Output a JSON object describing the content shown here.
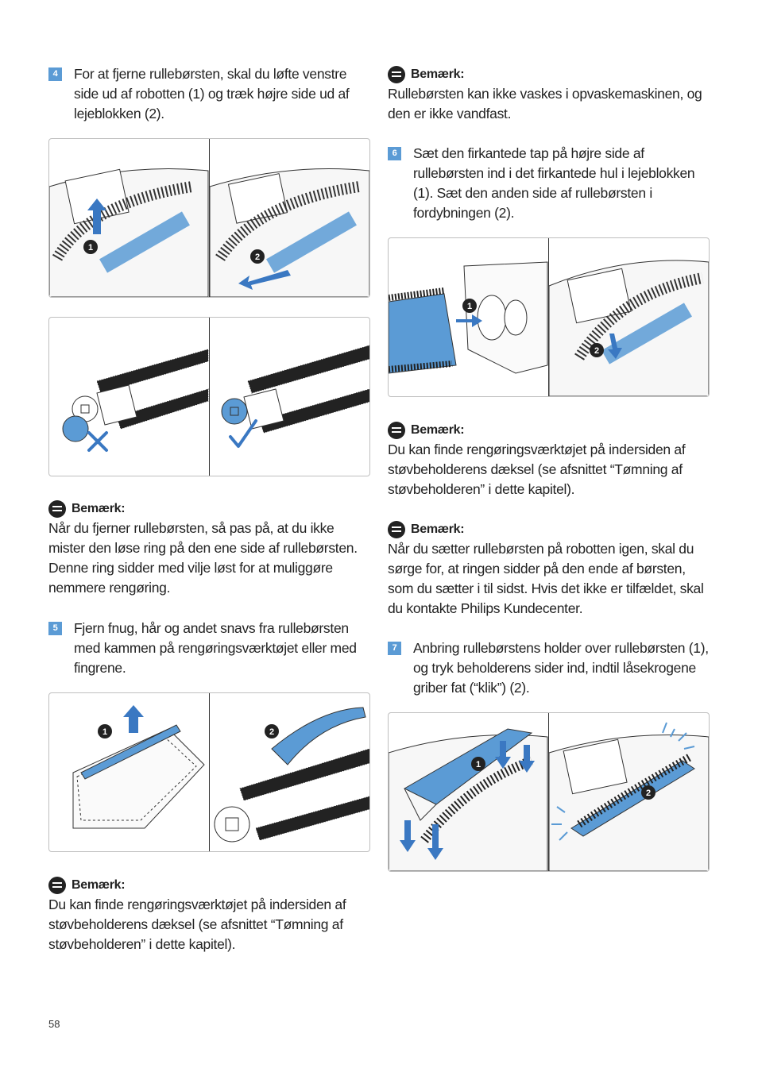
{
  "page_number": "58",
  "left": {
    "step4": {
      "number": "4",
      "text": "For at fjerne rullebørsten, skal du løfte venstre side ud af robotten (1) og træk højre side ud af lejeblokken (2)."
    },
    "note1": {
      "label": "Bemærk:",
      "text": "Når du fjerner rullebørsten, så pas på, at du ikke mister den løse ring på den ene side af rullebørsten. Denne ring sidder med vilje løst for at muliggøre nemmere rengøring."
    },
    "step5": {
      "number": "5",
      "text": "Fjern fnug, hår og andet snavs fra rullebørsten med kammen på rengøringsværktøjet eller med fingrene."
    },
    "note2": {
      "label": "Bemærk:",
      "text": "Du kan finde rengøringsværktøjet på indersiden af støvbeholderens dæksel (se afsnittet “Tømning af støvbeholderen” i dette kapitel)."
    }
  },
  "right": {
    "note1": {
      "label": "Bemærk:",
      "text": "Rullebørsten kan ikke vaskes i opvaskemaskinen, og den er ikke vandfast."
    },
    "step6": {
      "number": "6",
      "text": "Sæt den firkantede tap på højre side af rullebørsten ind i det firkantede hul i lejeblokken (1). Sæt den anden side af rullebørsten i fordybningen (2)."
    },
    "note2": {
      "label": "Bemærk:",
      "text": "Du kan finde rengøringsværktøjet på indersiden af støvbeholderens dæksel (se afsnittet “Tømning af støvbeholderen” i dette kapitel)."
    },
    "note3": {
      "label": "Bemærk:",
      "text": "Når du sætter rullebørsten på robotten igen, skal du sørge for, at ringen sidder på den ende af børsten, som du sætter i til sidst. Hvis det ikke er tilfældet, skal du kontakte Philips Kundecenter."
    },
    "step7": {
      "number": "7",
      "text": "Anbring rullebørstens holder over rullebørsten (1), og tryk beholderens sider ind, indtil låsekrogene griber fat (“klik”) (2)."
    }
  },
  "figure_callouts": {
    "one": "1",
    "two": "2"
  },
  "colors": {
    "accent_blue": "#5b9bd5",
    "cross_blue": "#3a78c2",
    "outline": "#bfbfbf"
  }
}
